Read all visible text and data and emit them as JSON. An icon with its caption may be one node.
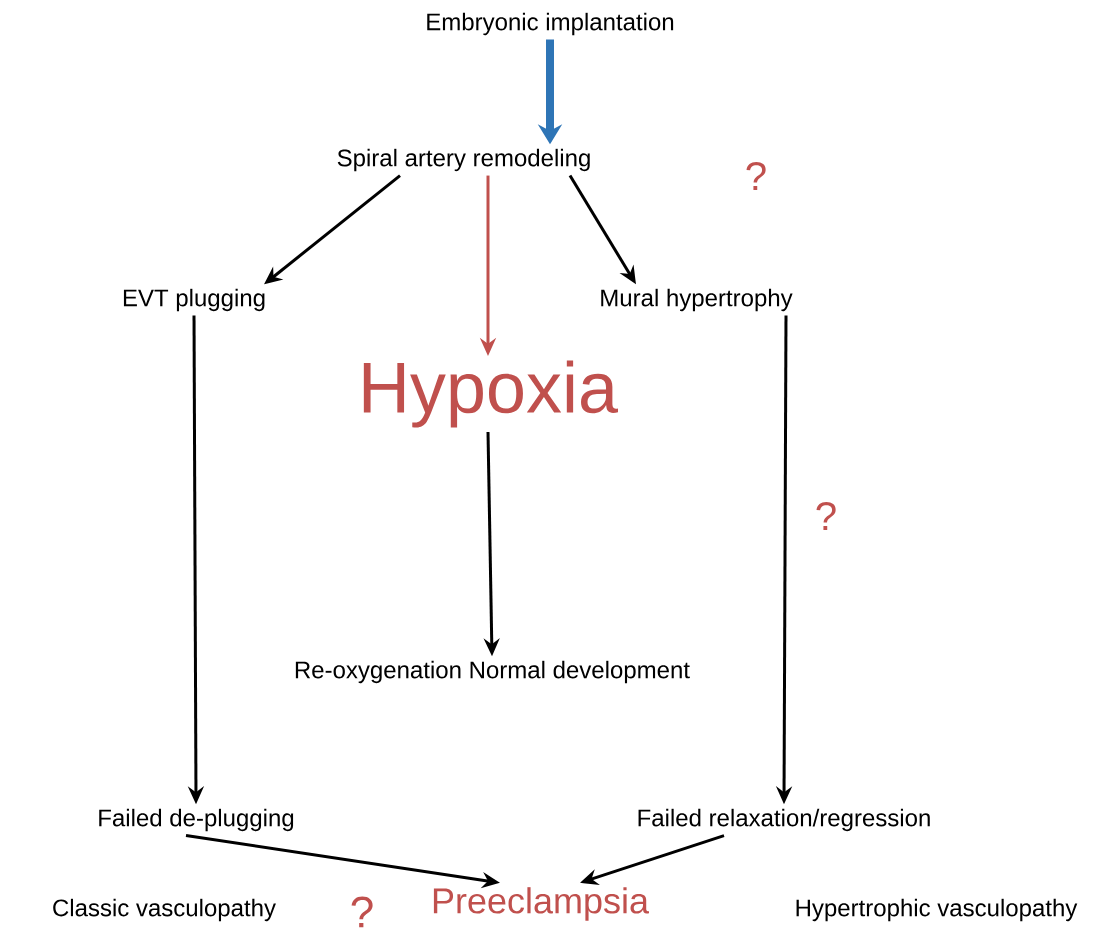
{
  "diagram": {
    "nodes": [
      {
        "text": [
          "Embryonic implantation"
        ]
      },
      {
        "text": [
          "Spiral artery remodeling"
        ]
      },
      {
        "text": [
          "EVT plugging"
        ]
      },
      {
        "text": [
          "Mural hypertrophy"
        ]
      },
      {
        "text": [
          "Hypoxia"
        ]
      },
      {
        "text": [
          "Re-oxygenation Normal development"
        ]
      },
      {
        "text": [
          "Failed de-plugging"
        ]
      },
      {
        "text": [
          "Failed relaxation/regression"
        ]
      },
      {
        "text": [
          "Preeclampsia"
        ]
      }
    ],
    "edges": [
      {
        "from": 0,
        "to": 1,
        "arrow": "to",
        "style": "thick",
        "color": "#2e75b6"
      },
      {
        "from": 1,
        "to": 2,
        "arrow": "to"
      },
      {
        "from": 1,
        "to": 4,
        "arrow": "to",
        "color": "#c0504d"
      },
      {
        "from": 1,
        "to": 3,
        "arrow": "to"
      },
      {
        "from": 2,
        "to": 6,
        "arrow": "to"
      },
      {
        "from": 3,
        "to": 7,
        "arrow": "to"
      },
      {
        "from": 4,
        "to": 5,
        "arrow": "to"
      },
      {
        "from": 6,
        "to": 8,
        "arrow": "to"
      },
      {
        "from": 7,
        "to": 8,
        "arrow": "to"
      }
    ],
    "labels": [
      "?",
      "?",
      "Classic vasculopathy",
      "?",
      "Hypertrophic vasculopathy"
    ]
  }
}
